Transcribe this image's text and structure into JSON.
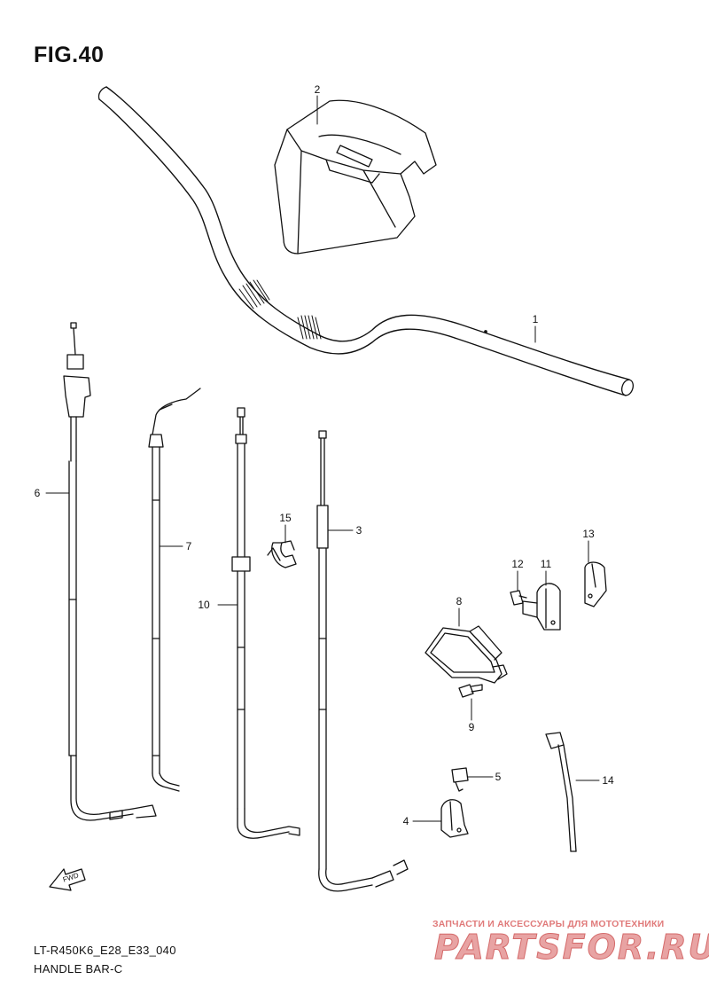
{
  "figure": {
    "title": "FIG.40"
  },
  "callouts": [
    "1",
    "2",
    "3",
    "4",
    "5",
    "6",
    "7",
    "8",
    "9",
    "10",
    "11",
    "12",
    "13",
    "14",
    "15"
  ],
  "fwd_label": "FWD",
  "footer": {
    "model": "LT-R450K6_E28_E33_040",
    "name": "HANDLE BAR-C"
  },
  "watermark": {
    "tagline": "ЗАПЧАСТИ И АКСЕССУАРЫ ДЛЯ МОТОТЕХНИКИ",
    "logo": "PARTSFOR.RU"
  }
}
